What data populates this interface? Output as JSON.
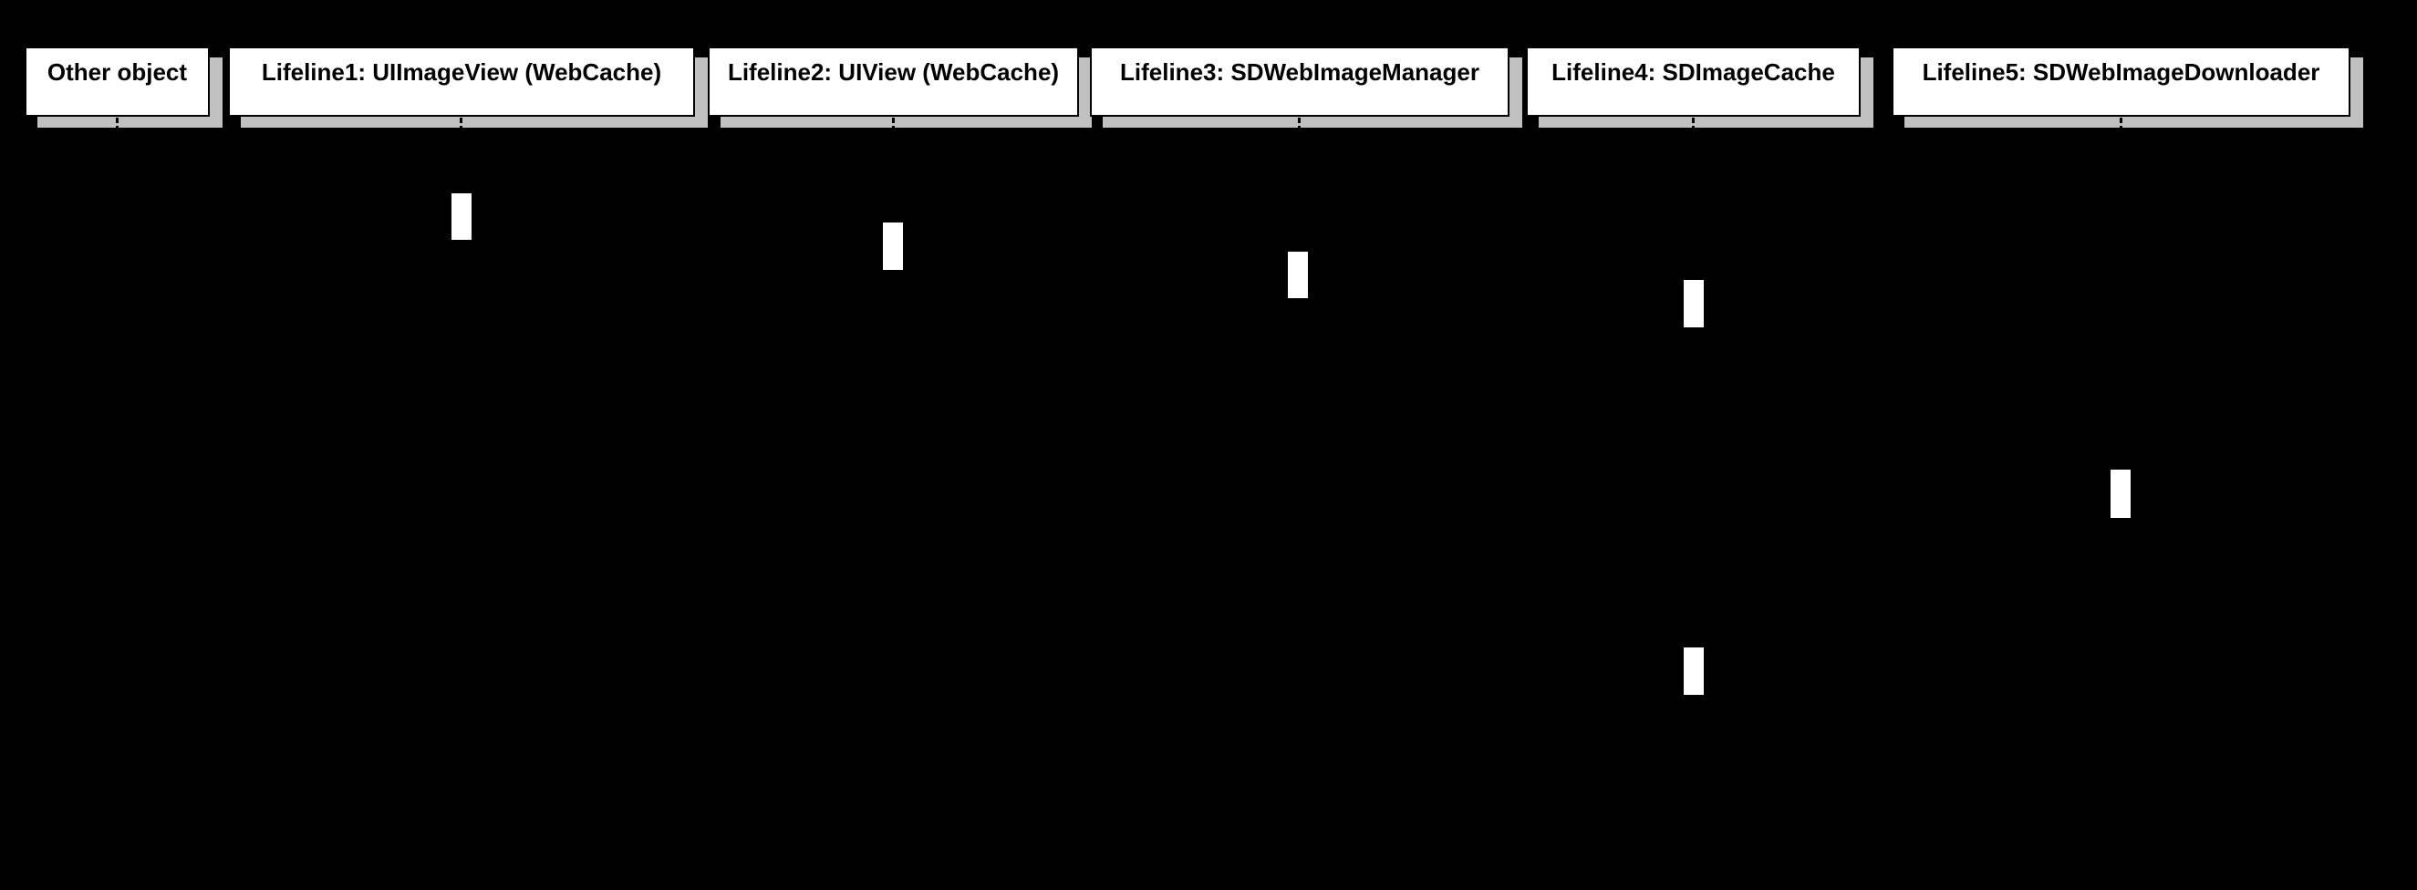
{
  "diagram": {
    "type": "uml-sequence-diagram",
    "colors": {
      "background": "#000000",
      "box_fill": "#ffffff",
      "box_border": "#000000",
      "box_shadow": "#c0c0c0",
      "text": "#000000",
      "activation_fill": "#ffffff"
    },
    "lifelines": [
      {
        "label": "Other object"
      },
      {
        "label": "Lifeline1: UIImageView (WebCache)"
      },
      {
        "label": "Lifeline2: UIView (WebCache)"
      },
      {
        "label": "Lifeline3: SDWebImageManager"
      },
      {
        "label": "Lifeline4: SDImageCache"
      },
      {
        "label": "Lifeline5: SDWebImageDownloader"
      }
    ],
    "activations": [
      {
        "order": 1,
        "lifeline": "Lifeline1: UIImageView (WebCache)"
      },
      {
        "order": 2,
        "lifeline": "Lifeline2: UIView (WebCache)"
      },
      {
        "order": 3,
        "lifeline": "Lifeline3: SDWebImageManager"
      },
      {
        "order": 4,
        "lifeline": "Lifeline4: SDImageCache"
      },
      {
        "order": 5,
        "lifeline": "Lifeline5: SDWebImageDownloader"
      },
      {
        "order": 6,
        "lifeline": "Lifeline4: SDImageCache"
      }
    ]
  }
}
